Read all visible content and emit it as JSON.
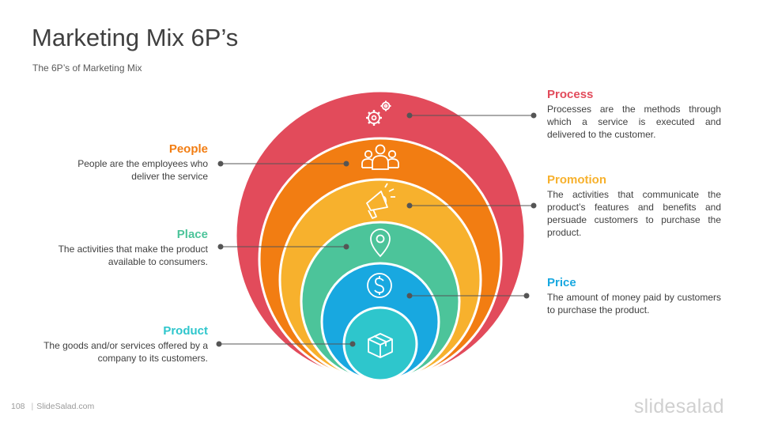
{
  "header": {
    "title": "Marketing Mix 6P’s",
    "subtitle": "The 6P’s of Marketing Mix"
  },
  "layers": [
    {
      "key": "process",
      "heading": "Process",
      "description": "Processes are the methods through which a service is executed and delivered to the customer.",
      "color": "#E24B5B",
      "icon": "gears-icon"
    },
    {
      "key": "people",
      "heading": "People",
      "description": "People are the employees who deliver the service",
      "color": "#F27D12",
      "icon": "people-group-icon"
    },
    {
      "key": "promotion",
      "heading": "Promotion",
      "description": "The activities that communicate the product’s features and benefits and persuade customers to purchase the product.",
      "color": "#F7B12D",
      "icon": "megaphone-icon"
    },
    {
      "key": "place",
      "heading": "Place",
      "description": "The activities that make the product available to consumers.",
      "color": "#4CC49A",
      "icon": "location-pin-icon"
    },
    {
      "key": "price",
      "heading": "Price",
      "description": "The amount of money paid by customers to purchase the product.",
      "color": "#18A8E0",
      "icon": "dollar-coin-icon"
    },
    {
      "key": "product",
      "heading": "Product",
      "description": "The goods and/or services offered by a company  to its customers.",
      "color": "#2EC6CC",
      "icon": "box-icon"
    }
  ],
  "footer": {
    "page_number": "108",
    "site": "SlideSalad.com",
    "brand": "slidesalad"
  }
}
